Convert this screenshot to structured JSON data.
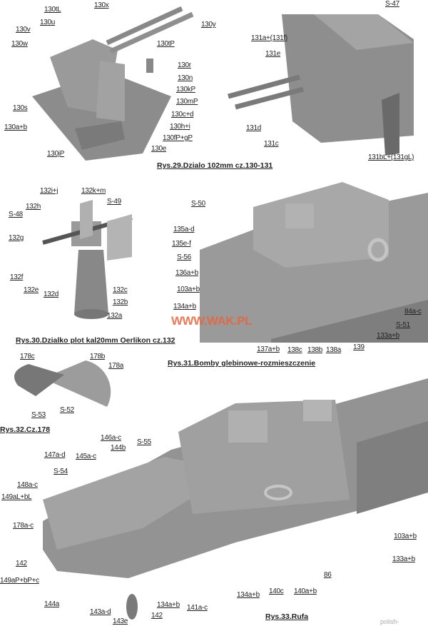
{
  "fig29": {
    "caption": "Rys.29.Dzialo 102mm cz.130-131",
    "labels": [
      "130tL",
      "130x",
      "130u",
      "130v",
      "130w",
      "130y",
      "130tP",
      "130r",
      "130n",
      "130kP",
      "130mP",
      "130c+d",
      "130h+i",
      "130fP+gP",
      "130e",
      "130s",
      "130a+b",
      "130jP"
    ],
    "labels_b": [
      "S-47",
      "131a+(131f)",
      "131e",
      "131d",
      "131c",
      "131bL+(131gL)"
    ]
  },
  "fig30": {
    "caption": "Rys.30.Dzialko plot kal20mm Oerlikon cz.132",
    "labels": [
      "132i+j",
      "132k+m",
      "S-49",
      "132h",
      "S-48",
      "132g",
      "132f",
      "132e",
      "132d",
      "132c",
      "132b",
      "132a"
    ]
  },
  "fig31": {
    "caption": "Rys.31.Bomby glebinowe-rozmieszczenie",
    "watermark": "WWW.WAK.PL",
    "labels": [
      "S-50",
      "135a-d",
      "135e-f",
      "S-56",
      "136a+b",
      "103a+b",
      "134a+b",
      "84a-c",
      "S-51",
      "133a+b",
      "139",
      "137a+b",
      "138c",
      "138b",
      "138a"
    ]
  },
  "fig32": {
    "caption": "Rys.32.Cz.178",
    "labels": [
      "178c",
      "178b",
      "178a",
      "S-53",
      "S-52"
    ]
  },
  "fig33": {
    "caption": "Rys.33.Rufa",
    "labels": [
      "146a-c",
      "S-55",
      "147a-d",
      "144b",
      "145a-c",
      "S-54",
      "148a-c",
      "149aL+bL",
      "178a-c",
      "142",
      "149aP+bP+c",
      "144a",
      "143a-d",
      "143e",
      "142",
      "134a+b",
      "141a-c",
      "134a+b",
      "140c",
      "140a+b",
      "86",
      "103a+b",
      "133a+b"
    ]
  },
  "credit": "polish-made.com",
  "colors": {
    "model": "#8a8a8a",
    "model_light": "#a8a8a8",
    "model_dark": "#6e6e6e",
    "watermark": "#e8643c"
  }
}
